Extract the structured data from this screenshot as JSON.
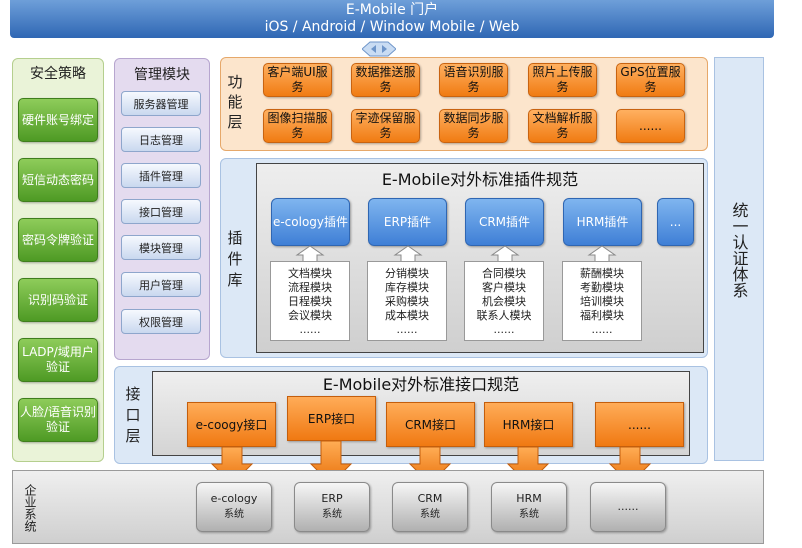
{
  "portal": {
    "title": "E-Mobile 门户",
    "platforms": "iOS / Android / Window Mobile / Web"
  },
  "security": {
    "title": "安全策略",
    "items": [
      "硬件账号绑定",
      "短信动态密码",
      "密码令牌验证",
      "识别码验证",
      "LADP/域用户验证",
      "人脸/语音识别验证"
    ]
  },
  "management": {
    "title": "管理模块",
    "items": [
      "服务器管理",
      "日志管理",
      "插件管理",
      "接口管理",
      "模块管理",
      "用户管理",
      "权限管理"
    ]
  },
  "function_layer": {
    "label": "功能层",
    "items": [
      "客户端UI服务",
      "数据推送服务",
      "语音识别服务",
      "照片上传服务",
      "GPS位置服务",
      "图像扫描服务",
      "字迹保留服务",
      "数据同步服务",
      "文档解析服务",
      "......"
    ]
  },
  "plugin_layer": {
    "label": "插件库",
    "spec_title": "E-Mobile对外标准插件规范",
    "plugins": [
      "e-cology插件",
      "ERP插件",
      "CRM插件",
      "HRM插件",
      "..."
    ],
    "modules": [
      [
        "文档模块",
        "流程模块",
        "日程模块",
        "会议模块",
        "......"
      ],
      [
        "分销模块",
        "库存模块",
        "采购模块",
        "成本模块",
        "......"
      ],
      [
        "合同模块",
        "客户模块",
        "机会模块",
        "联系人模块",
        "......"
      ],
      [
        "薪酬模块",
        "考勤模块",
        "培训模块",
        "福利模块",
        "......"
      ]
    ]
  },
  "interface_layer": {
    "label": "接口层",
    "spec_title": "E-Mobile对外标准接口规范",
    "items": [
      "e-coogy接口",
      "ERP接口",
      "CRM接口",
      "HRM接口",
      "......"
    ]
  },
  "unified_auth": {
    "label": "统一认证体系"
  },
  "enterprise": {
    "label": "企业系统",
    "systems": [
      {
        "name": "e-cology",
        "sub": "系统"
      },
      {
        "name": "ERP",
        "sub": "系统"
      },
      {
        "name": "CRM",
        "sub": "系统"
      },
      {
        "name": "HRM",
        "sub": "系统"
      },
      {
        "name": "......",
        "sub": ""
      }
    ]
  },
  "colors": {
    "portal": "#2f67b4",
    "security": "#4e9a24",
    "function": "#f07b12",
    "plugin": "#3f7fd6",
    "interface": "#f07912",
    "arrow": "#f08a1c"
  }
}
